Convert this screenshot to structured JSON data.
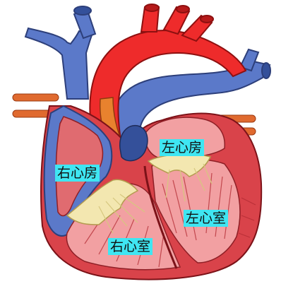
{
  "labels": {
    "left_atrium": "左心房",
    "right_atrium": "右心房",
    "left_ventricle": "左心室",
    "right_ventricle": "右心室"
  },
  "colors": {
    "vein_blue": "#5b79c9",
    "artery_red": "#ee2b2b",
    "myocardium": "#d9434a",
    "chamber_pink": "#f2a0a2",
    "valve_cream": "#f3e7b0",
    "pulmonary_orange": "#e06a2f",
    "label_bg": "#3fe6f2"
  }
}
